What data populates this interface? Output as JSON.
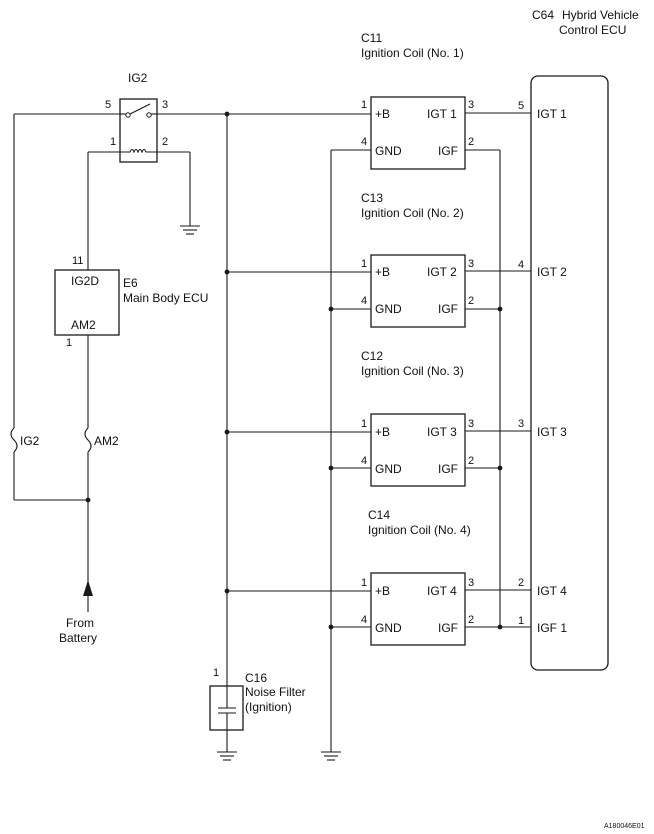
{
  "ecu": {
    "code": "C64",
    "name_line1": "Hybrid Vehicle",
    "name_line2": "Control ECU",
    "pins": [
      {
        "num": "5",
        "label": "IGT 1"
      },
      {
        "num": "4",
        "label": "IGT 2"
      },
      {
        "num": "3",
        "label": "IGT 3"
      },
      {
        "num": "2",
        "label": "IGT 4"
      },
      {
        "num": "1",
        "label": "IGF 1"
      }
    ]
  },
  "coils": [
    {
      "code": "C11",
      "name": "Ignition Coil (No. 1)",
      "pin_b": "1",
      "pin_gnd": "4",
      "pin_igt": "3",
      "pin_igf": "2",
      "label_b": "+B",
      "label_gnd": "GND",
      "label_igt": "IGT 1",
      "label_igf": "IGF"
    },
    {
      "code": "C13",
      "name": "Ignition Coil (No. 2)",
      "pin_b": "1",
      "pin_gnd": "4",
      "pin_igt": "3",
      "pin_igf": "2",
      "label_b": "+B",
      "label_gnd": "GND",
      "label_igt": "IGT 2",
      "label_igf": "IGF"
    },
    {
      "code": "C12",
      "name": "Ignition Coil (No. 3)",
      "pin_b": "1",
      "pin_gnd": "4",
      "pin_igt": "3",
      "pin_igf": "2",
      "label_b": "+B",
      "label_gnd": "GND",
      "label_igt": "IGT 3",
      "label_igf": "IGF"
    },
    {
      "code": "C14",
      "name": "Ignition Coil (No. 4)",
      "pin_b": "1",
      "pin_gnd": "4",
      "pin_igt": "3",
      "pin_igf": "2",
      "label_b": "+B",
      "label_gnd": "GND",
      "label_igt": "IGT 4",
      "label_igf": "IGF"
    }
  ],
  "relay": {
    "name": "IG2",
    "pin_5": "5",
    "pin_3": "3",
    "pin_1": "1",
    "pin_2": "2"
  },
  "body_ecu": {
    "code": "E6",
    "name": "Main Body ECU",
    "label_ig2d": "IG2D",
    "label_am2": "AM2",
    "pin_ig2d": "11",
    "pin_am2": "1"
  },
  "fuses": {
    "ig2": "IG2",
    "am2": "AM2"
  },
  "battery": {
    "line1": "From",
    "line2": "Battery"
  },
  "noise_filter": {
    "code": "C16",
    "line1": "Noise Filter",
    "line2": "(Ignition)",
    "pin": "1"
  },
  "figure_id": "A180046E01"
}
